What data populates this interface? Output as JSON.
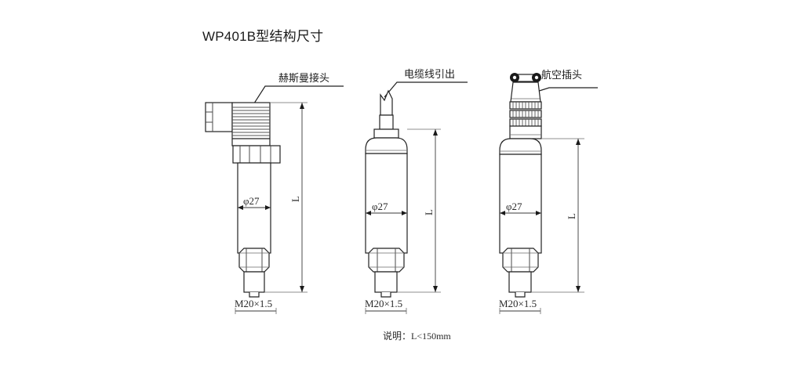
{
  "title": "WP401B型结构尺寸",
  "note": "说明：L<150mm",
  "colors": {
    "background": "#ffffff",
    "line": "#4a4a4a",
    "line_dark": "#222222",
    "text": "#1a1a1a"
  },
  "devices": [
    {
      "id": "device-hirschmann",
      "callout": "赫斯曼接头",
      "diameter": "φ27",
      "length": "L",
      "thread": "M20×1.5"
    },
    {
      "id": "device-cable",
      "callout": "电缆线引出",
      "diameter": "φ27",
      "length": "L",
      "thread": "M20×1.5"
    },
    {
      "id": "device-aviation",
      "callout": "航空插头",
      "diameter": "φ27",
      "length": "L",
      "thread": "M20×1.5"
    }
  ]
}
